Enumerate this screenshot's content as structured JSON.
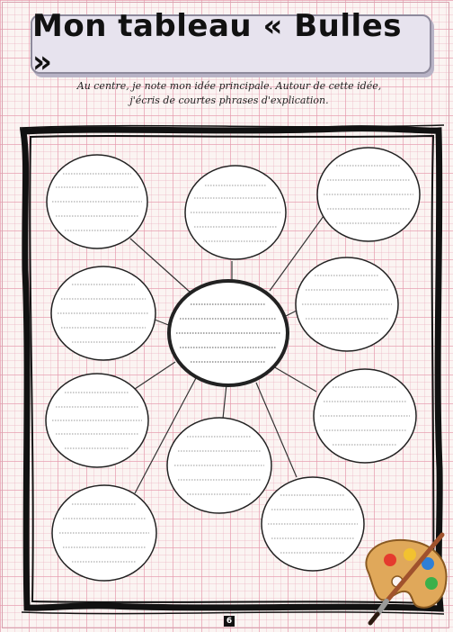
{
  "header": {
    "title": "Mon tableau « Bulles »",
    "subtitle_line1": "Au centre, je note mon idée principale. Autour de cette idée,",
    "subtitle_line2": "j'écris de courtes phrases d'explication."
  },
  "footer": {
    "page_number": "6"
  },
  "decoration": {
    "palette": "palette-and-brush-icon"
  },
  "colors": {
    "grid_line": "#e696aa",
    "banner_bg": "#e7e3ee",
    "frame": "#111111",
    "palette_wood": "#e0a85a"
  }
}
